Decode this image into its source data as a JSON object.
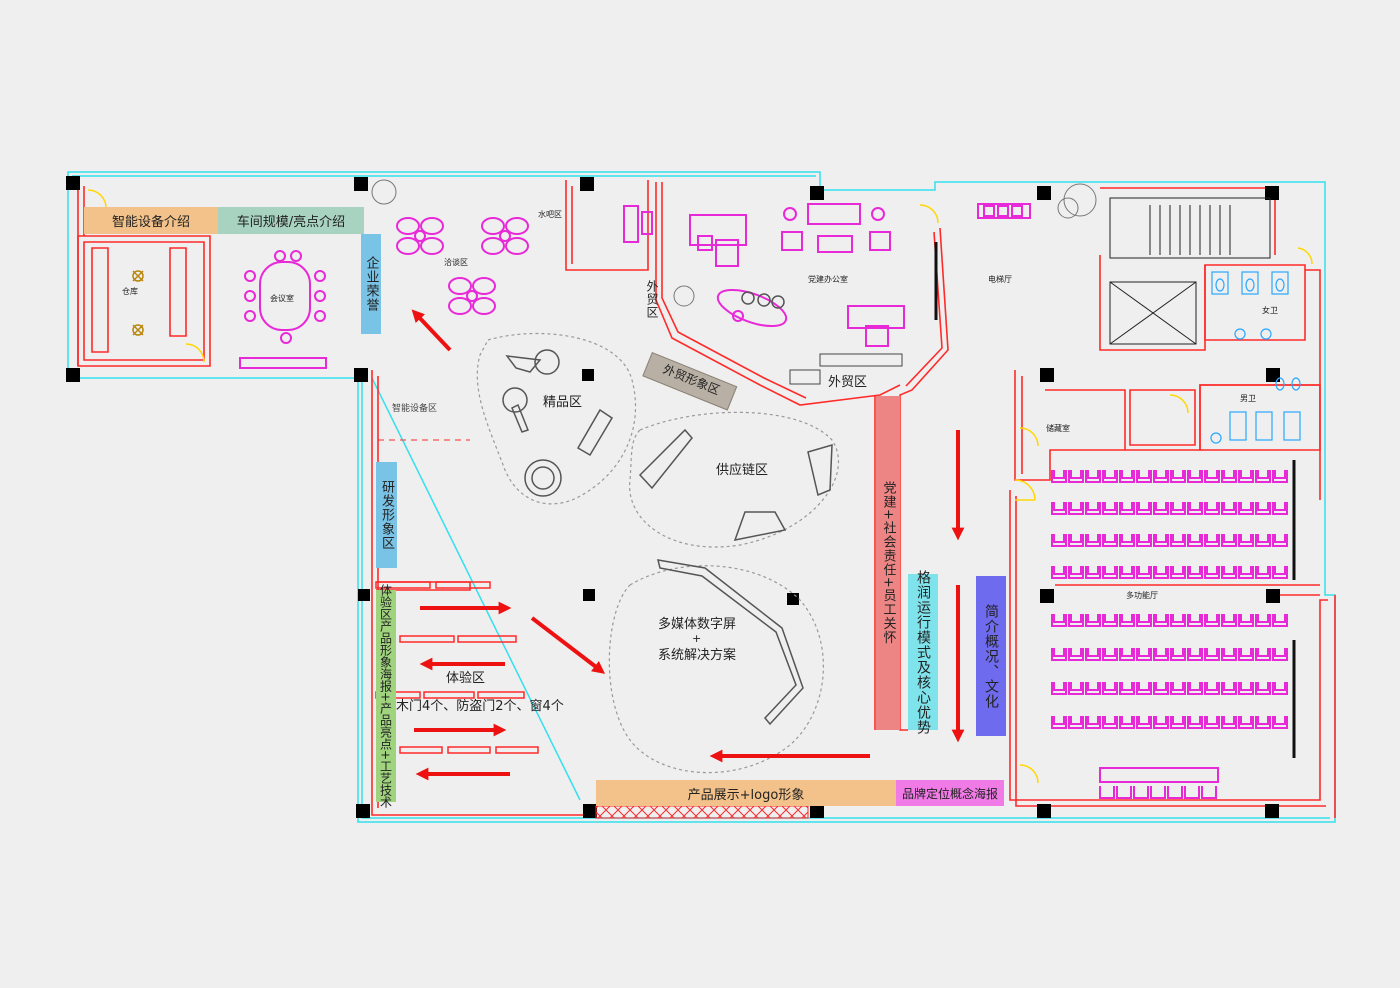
{
  "title_blocks": {
    "smart_equipment_intro": "智能设备介绍",
    "workshop_scale": "车间规模/亮点介绍",
    "enterprise_honor": "企业荣誉",
    "rnd_image": "研发形象区",
    "experience_poster": "体验区产品形象海报+产品亮点+工艺技术",
    "party_building": "党建+社会责任+员工关怀",
    "operation_mode": "格润运行模式及核心优势",
    "company_intro": "简介概况、文化",
    "product_display": "产品展示+logo形象",
    "brand_poster": "品牌定位概念海报"
  },
  "zones": {
    "boutique": "精品区",
    "supply_chain": "供应链区",
    "multimedia_line1": "多媒体数字屏",
    "multimedia_plus": "+",
    "multimedia_line2": "系统解决方案",
    "experience": "体验区",
    "experience_detail": "木门4个、防盗门2个、窗4个",
    "smart_equipment_area": "智能设备区",
    "foreign_trade": "外贸区",
    "foreign_trade_2": "外贸区",
    "foreign_trade_image": "外贸形象区"
  },
  "rooms": {
    "warehouse": "仓库",
    "meeting_room": "会议室",
    "negotiation": "洽谈区",
    "water_bar": "水吧区",
    "party_office": "党建办公室",
    "elevator_hall": "电梯厅",
    "female_wc": "女卫",
    "male_wc": "男卫",
    "storage": "储藏室",
    "multi_hall": "多功能厅"
  },
  "colors": {
    "orange": "#f2c28a",
    "green_grey": "#a8d3c0",
    "blue": "#79c3e6",
    "green": "#9fd37e",
    "salmon": "#ee8585",
    "cyan": "#7fe3ec",
    "violet": "#6f6bee",
    "pink": "#f07ae6",
    "wall": "#ff2a2a",
    "furniture": "#e829d8",
    "arrow": "#ee1111"
  }
}
